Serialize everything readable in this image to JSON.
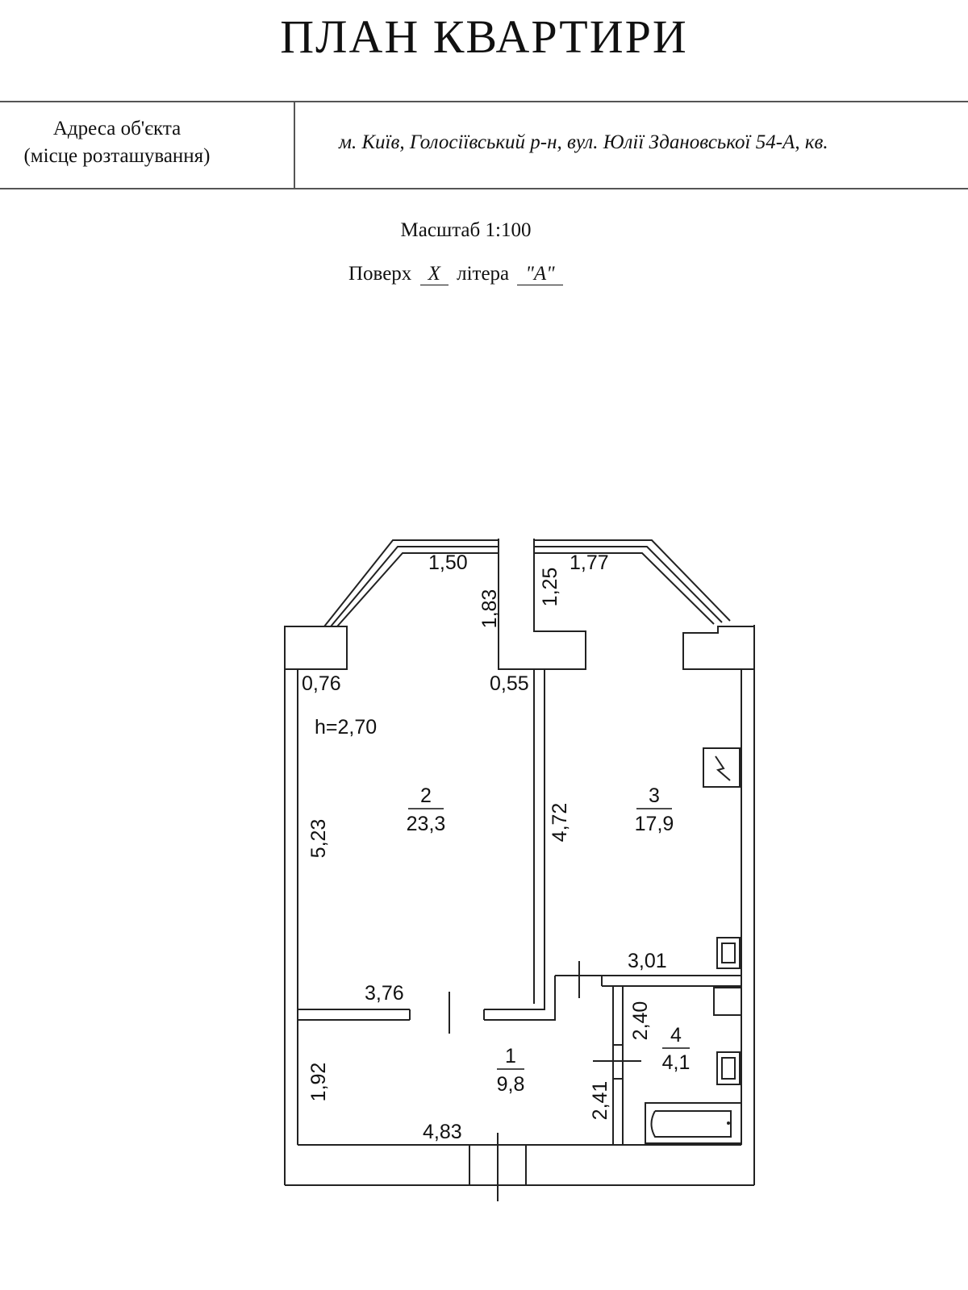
{
  "header": {
    "title": "ПЛАН КВАРТИРИ",
    "address_label_line1": "Адреса об'єкта",
    "address_label_line2": "(місце розташування)",
    "address_value": "м. Київ, Голосіївський р-н, вул. Юлії Здановської 54-А, кв."
  },
  "meta": {
    "scale": "Масштаб 1:100",
    "floor_label": "Поверх",
    "floor_value": "Х",
    "letter_label": "літера",
    "letter_value": "\"А\""
  },
  "plan": {
    "ceiling_height": "h=2,70",
    "rooms": [
      {
        "number": "1",
        "area": "9,8"
      },
      {
        "number": "2",
        "area": "23,3"
      },
      {
        "number": "3",
        "area": "17,9"
      },
      {
        "number": "4",
        "area": "4,1"
      }
    ],
    "dimensions": {
      "bay_left_width": "1,50",
      "bay_right_width": "1,77",
      "left_pier_depth": "1,83",
      "right_pier_depth": "1,25",
      "room2_top_left": "0,76",
      "room2_top_right": "0,55",
      "room2_height": "5,23",
      "room2_width": "3,76",
      "room3_height": "4,72",
      "room3_width": "3,01",
      "room1_height": "1,92",
      "room1_width": "4,83",
      "hall_depth": "2,41",
      "room4_depth": "2,40"
    }
  }
}
